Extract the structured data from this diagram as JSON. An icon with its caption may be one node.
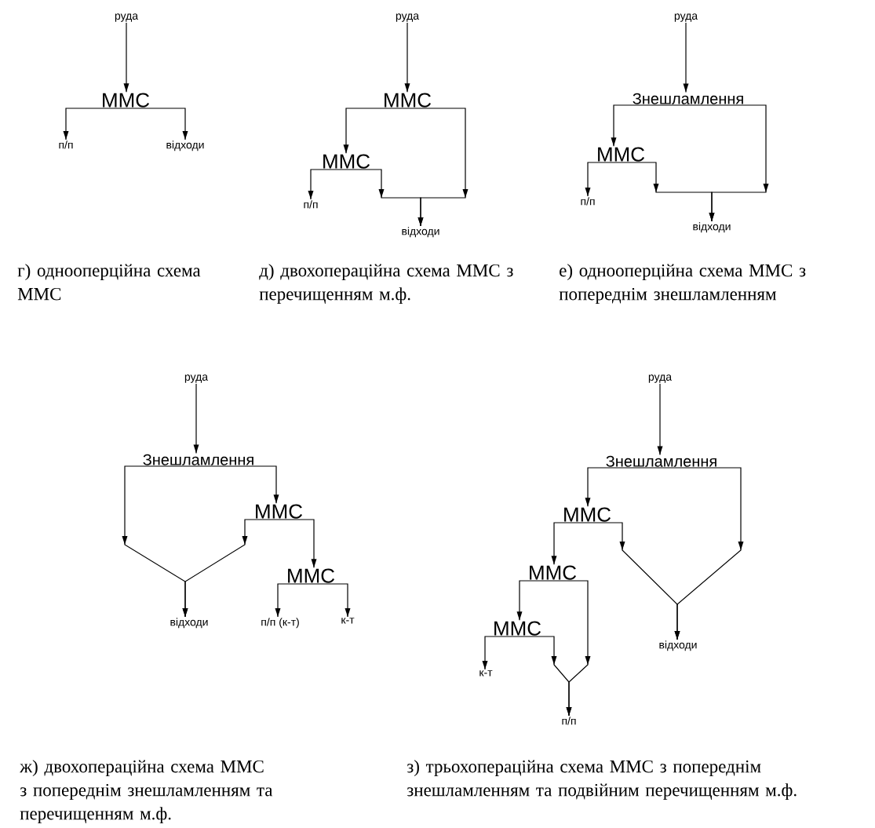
{
  "diagram": {
    "nodes": [
      {
        "text": [
          "руда"
        ]
      },
      {
        "text": [
          "ММС"
        ]
      },
      {
        "text": [
          "п/п"
        ]
      },
      {
        "text": [
          "відходи"
        ]
      },
      {
        "text": [
          "руда"
        ]
      },
      {
        "text": [
          "ММС"
        ]
      },
      {
        "text": [
          "ММС"
        ]
      },
      {
        "text": [
          "п/п"
        ]
      },
      {
        "text": [
          "відходи"
        ]
      },
      {
        "text": [
          "руда"
        ]
      },
      {
        "text": [
          "Знешламлення"
        ]
      },
      {
        "text": [
          "ММС"
        ]
      },
      {
        "text": [
          "п/п"
        ]
      },
      {
        "text": [
          "відходи"
        ]
      },
      {
        "text": [
          "руда"
        ]
      },
      {
        "text": [
          "Знешламлення"
        ]
      },
      {
        "text": [
          "ММС"
        ]
      },
      {
        "text": [
          "ММС"
        ]
      },
      {
        "text": [
          "відходи"
        ]
      },
      {
        "text": [
          "п/п (к-т)"
        ]
      },
      {
        "text": [
          "к-т"
        ]
      },
      {
        "text": [
          "руда"
        ]
      },
      {
        "text": [
          "Знешламлення"
        ]
      },
      {
        "text": [
          "ММС"
        ]
      },
      {
        "text": [
          "ММС"
        ]
      },
      {
        "text": [
          "ММС"
        ]
      },
      {
        "text": [
          "відходи"
        ]
      },
      {
        "text": [
          "к-т"
        ]
      },
      {
        "text": [
          "п/п"
        ]
      }
    ],
    "edges": [
      {
        "from": 0,
        "to": 1,
        "arrow": "to"
      },
      {
        "from": 1,
        "to": 2,
        "arrow": "to"
      },
      {
        "from": 1,
        "to": 3,
        "arrow": "to"
      },
      {
        "from": 4,
        "to": 5,
        "arrow": "to"
      },
      {
        "from": 5,
        "to": 6,
        "arrow": "to"
      },
      {
        "from": 5,
        "to": 8,
        "arrow": "to"
      },
      {
        "from": 6,
        "to": 7,
        "arrow": "to"
      },
      {
        "from": 6,
        "to": 8,
        "arrow": "to"
      },
      {
        "from": 9,
        "to": 10,
        "arrow": "to"
      },
      {
        "from": 10,
        "to": 11,
        "arrow": "to"
      },
      {
        "from": 10,
        "to": 13,
        "arrow": "to"
      },
      {
        "from": 11,
        "to": 12,
        "arrow": "to"
      },
      {
        "from": 11,
        "to": 13,
        "arrow": "to"
      },
      {
        "from": 14,
        "to": 15,
        "arrow": "to"
      },
      {
        "from": 15,
        "to": 16,
        "arrow": "to"
      },
      {
        "from": 15,
        "to": 18,
        "arrow": "to"
      },
      {
        "from": 16,
        "to": 18,
        "arrow": "to"
      },
      {
        "from": 16,
        "to": 17,
        "arrow": "to"
      },
      {
        "from": 17,
        "to": 19,
        "arrow": "to"
      },
      {
        "from": 17,
        "to": 20,
        "arrow": "to"
      },
      {
        "from": 21,
        "to": 22,
        "arrow": "to"
      },
      {
        "from": 22,
        "to": 23,
        "arrow": "to"
      },
      {
        "from": 22,
        "to": 26,
        "arrow": "to"
      },
      {
        "from": 23,
        "to": 24,
        "arrow": "to"
      },
      {
        "from": 23,
        "to": 26,
        "arrow": "to"
      },
      {
        "from": 24,
        "to": 25,
        "arrow": "to"
      },
      {
        "from": 24,
        "to": 28,
        "arrow": "to"
      },
      {
        "from": 25,
        "to": 27,
        "arrow": "to"
      },
      {
        "from": 25,
        "to": 28,
        "arrow": "to"
      }
    ],
    "labels": [
      "г) однооперційна схема ММС",
      "д) двохопераційна схема ММС з перечищенням м.ф.",
      "е) однооперційна схема ММС з попереднім знешламленням",
      "ж) двохопераційна схема ММС з попереднім знешламленням та перечищенням м.ф.",
      "з) трьохопераційна схема ММС з попереднім знешламленням та подвійним перечищенням м.ф."
    ]
  }
}
